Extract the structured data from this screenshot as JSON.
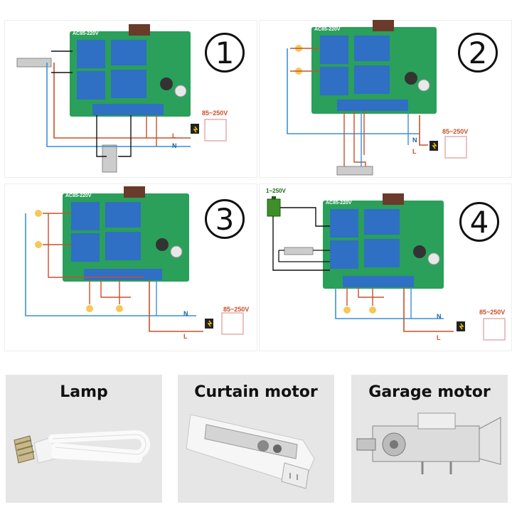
{
  "panels": [
    {
      "number": "1",
      "voltage": "85~250V",
      "neutral": "N",
      "live": "L",
      "board": "AC85-220V"
    },
    {
      "number": "2",
      "voltage": "85~250V",
      "neutral": "N",
      "live": "L",
      "board": "AC85-220V"
    },
    {
      "number": "3",
      "voltage": "85~250V",
      "neutral": "N",
      "live": "L",
      "board": "AC85-220V"
    },
    {
      "number": "4",
      "voltage": "85~250V",
      "neutral": "N",
      "live": "L",
      "board": "AC85-220V",
      "dc_supply": "1~250V"
    }
  ],
  "devices": [
    {
      "label": "Lamp",
      "icon": "cfl-bulb-icon"
    },
    {
      "label": "Curtain motor",
      "icon": "curtain-motor-icon"
    },
    {
      "label": "Garage motor",
      "icon": "garage-motor-icon"
    }
  ],
  "colors": {
    "board": "#2aa05a",
    "relay": "#2f6fc4",
    "live_wire": "#c8502a",
    "neutral_wire": "#3a8fd6"
  }
}
